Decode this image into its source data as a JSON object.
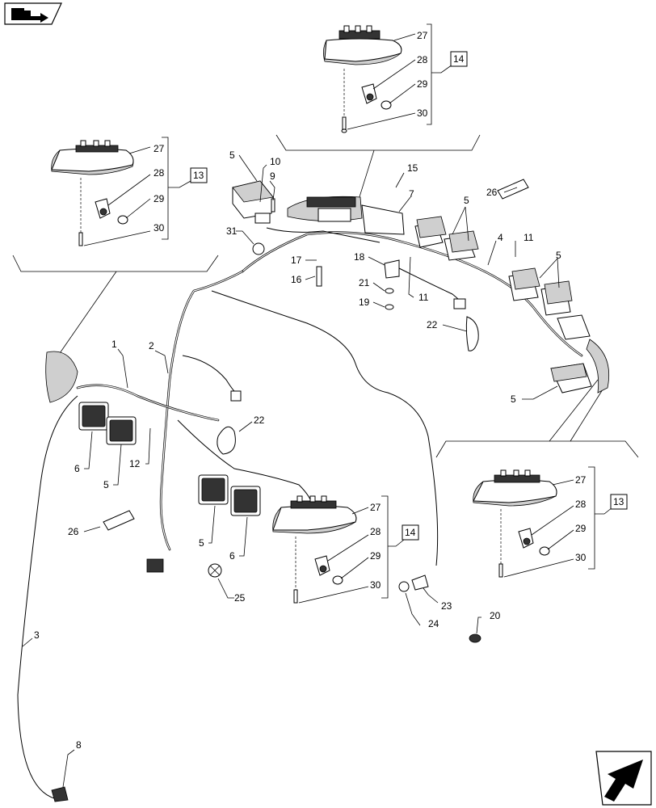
{
  "callouts": [
    {
      "id": "c1",
      "text": "1"
    },
    {
      "id": "c2",
      "text": "2"
    },
    {
      "id": "c3",
      "text": "3"
    },
    {
      "id": "c4",
      "text": "4"
    },
    {
      "id": "c5a",
      "text": "5"
    },
    {
      "id": "c5b",
      "text": "5"
    },
    {
      "id": "c5c",
      "text": "5"
    },
    {
      "id": "c5d",
      "text": "5"
    },
    {
      "id": "c5e",
      "text": "5"
    },
    {
      "id": "c5f",
      "text": "5"
    },
    {
      "id": "c6a",
      "text": "6"
    },
    {
      "id": "c6b",
      "text": "6"
    },
    {
      "id": "c7",
      "text": "7"
    },
    {
      "id": "c8",
      "text": "8"
    },
    {
      "id": "c9",
      "text": "9"
    },
    {
      "id": "c10",
      "text": "10"
    },
    {
      "id": "c11a",
      "text": "11"
    },
    {
      "id": "c11b",
      "text": "11"
    },
    {
      "id": "c12",
      "text": "12"
    },
    {
      "id": "c15",
      "text": "15"
    },
    {
      "id": "c16",
      "text": "16"
    },
    {
      "id": "c17",
      "text": "17"
    },
    {
      "id": "c18",
      "text": "18"
    },
    {
      "id": "c19",
      "text": "19"
    },
    {
      "id": "c20",
      "text": "20"
    },
    {
      "id": "c21",
      "text": "21"
    },
    {
      "id": "c22a",
      "text": "22"
    },
    {
      "id": "c22b",
      "text": "22"
    },
    {
      "id": "c23",
      "text": "23"
    },
    {
      "id": "c24",
      "text": "24"
    },
    {
      "id": "c25",
      "text": "25"
    },
    {
      "id": "c26a",
      "text": "26"
    },
    {
      "id": "c26b",
      "text": "26"
    },
    {
      "id": "c31",
      "text": "31"
    }
  ],
  "detail_groups": [
    {
      "id": "top",
      "ref": "14",
      "labels": [
        "27",
        "28",
        "29",
        "30"
      ]
    },
    {
      "id": "left",
      "ref": "13",
      "labels": [
        "27",
        "28",
        "29",
        "30"
      ]
    },
    {
      "id": "center",
      "ref": "14",
      "labels": [
        "27",
        "28",
        "29",
        "30"
      ]
    },
    {
      "id": "right",
      "ref": "13",
      "labels": [
        "27",
        "28",
        "29",
        "30"
      ]
    }
  ],
  "nav_icons": {
    "top_left": "book-arrow-icon",
    "bottom_right": "next-page-arrow-icon"
  }
}
